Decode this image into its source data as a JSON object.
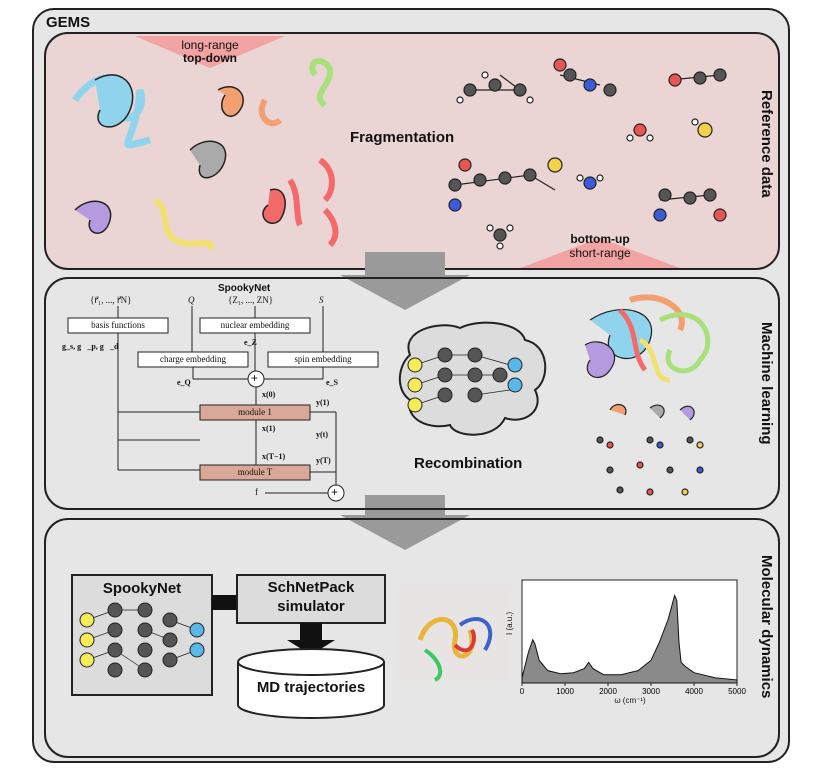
{
  "title": "GEMS",
  "sections": {
    "reference": {
      "label": "Reference data",
      "fragmentation": "Fragmentation",
      "top_down_1": "long-range",
      "top_down_2": "top-down",
      "bottom_up_1": "bottom-up",
      "bottom_up_2": "short-range"
    },
    "ml": {
      "label": "Machine learning",
      "spookynet_title": "SpookyNet",
      "input_r": "{r⃗₁, ..., r⃗N}",
      "input_q": "Q",
      "input_z": "{Z₁, ..., ZN}",
      "input_s": "S",
      "basis_functions": "basis functions",
      "nuclear_embedding": "nuclear embedding",
      "charge_embedding": "charge embedding",
      "spin_embedding": "spin embedding",
      "g_label": "g_s, g⃗_p, g⃗_d",
      "ez": "e_Z",
      "eq": "e_Q",
      "es": "e_S",
      "x0": "x(0)",
      "x1": "x(1)",
      "xt1": "x(T−1)",
      "y1": "y(1)",
      "yt": "y(t)",
      "yT": "y(T)",
      "module1": "module 1",
      "moduleT": "module T",
      "output_y": "f",
      "plus": "+",
      "recombination": "Recombination"
    },
    "md": {
      "label": "Molecular dynamics",
      "spookynet": "SpookyNet",
      "schnetpack_1": "SchNetPack",
      "schnetpack_2": "simulator",
      "trajectories": "MD trajectories"
    }
  },
  "chart_data": {
    "type": "area",
    "title": "",
    "xlabel": "ω (cm⁻¹)",
    "ylabel": "I (a.u.)",
    "xlim": [
      0,
      5000
    ],
    "xticks": [
      "0",
      "1000",
      "2000",
      "3000",
      "4000",
      "5000"
    ],
    "series": [
      {
        "x": [
          0,
          150,
          250,
          300,
          400,
          600,
          900,
          1200,
          1450,
          1550,
          1650,
          1900,
          2300,
          2700,
          3000,
          3200,
          3400,
          3550,
          3600,
          3650,
          3700,
          3800,
          4000,
          4500,
          5000
        ],
        "values": [
          0.05,
          0.3,
          0.42,
          0.38,
          0.22,
          0.12,
          0.09,
          0.1,
          0.14,
          0.2,
          0.14,
          0.08,
          0.08,
          0.12,
          0.22,
          0.4,
          0.62,
          0.85,
          0.8,
          0.4,
          0.2,
          0.16,
          0.1,
          0.05,
          0.03
        ]
      }
    ],
    "colors": {
      "fill": "#8a8a8a",
      "line": "#111111"
    }
  }
}
